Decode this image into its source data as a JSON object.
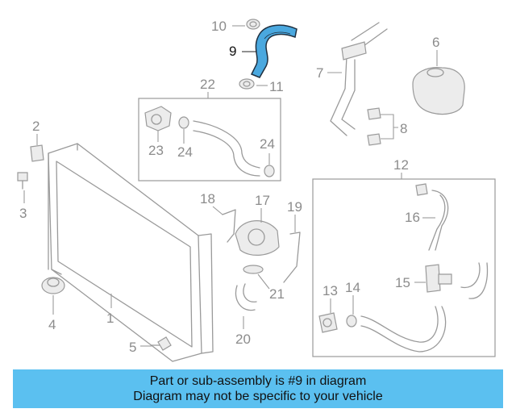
{
  "diagram": {
    "callouts": {
      "c1": "1",
      "c2": "2",
      "c3": "3",
      "c4": "4",
      "c5": "5",
      "c6": "6",
      "c7": "7",
      "c8": "8",
      "c9": "9",
      "c10": "10",
      "c11": "11",
      "c12": "12",
      "c13": "13",
      "c14": "14",
      "c15": "15",
      "c16": "16",
      "c17": "17",
      "c18": "18",
      "c19": "19",
      "c20": "20",
      "c21": "21",
      "c22": "22",
      "c23": "23",
      "c24a": "24",
      "c24b": "24"
    },
    "highlighted_part": "9",
    "colors": {
      "highlight": "#4aa8df",
      "highlight_stroke": "#1f2f3f",
      "line": "#9a9a9a",
      "banner": "#5bc0f0"
    }
  },
  "banner": {
    "line1": "Part or sub-assembly is #9 in diagram",
    "line2": "Diagram may not be specific to your vehicle"
  }
}
